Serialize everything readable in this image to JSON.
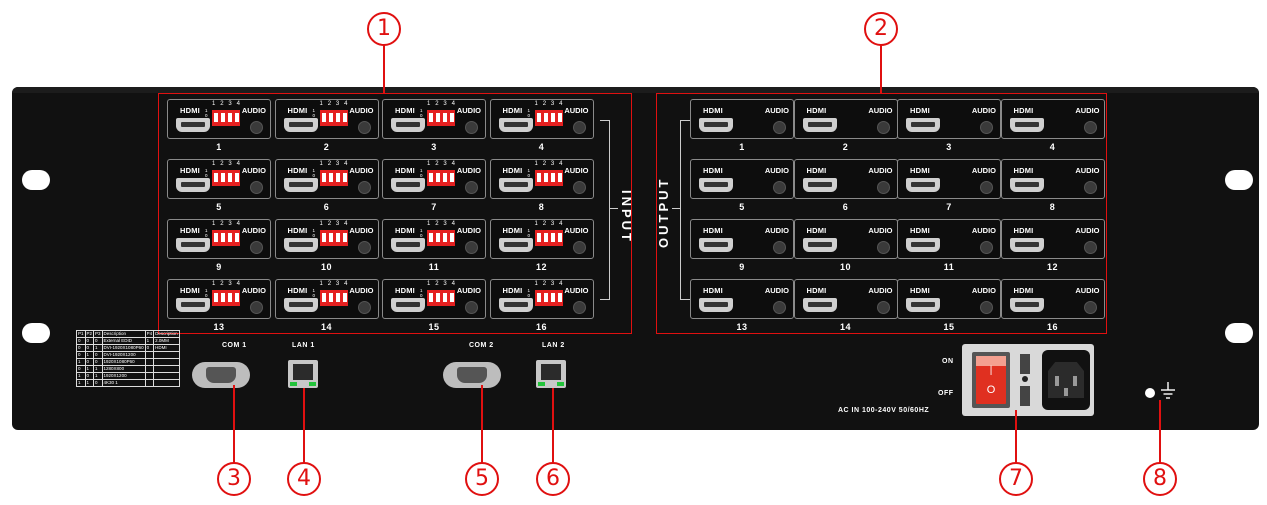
{
  "input_label": "INPUT",
  "output_label": "OUTPUT",
  "hdmi_label": "HDMI",
  "audio_label": "AUDIO",
  "dip_numbers": "1 2 3 4",
  "dip_onoff": [
    "1",
    "0"
  ],
  "input_ports": [
    "1",
    "2",
    "3",
    "4",
    "5",
    "6",
    "7",
    "8",
    "9",
    "10",
    "11",
    "12",
    "13",
    "14",
    "15",
    "16"
  ],
  "output_ports": [
    "1",
    "2",
    "3",
    "4",
    "5",
    "6",
    "7",
    "8",
    "9",
    "10",
    "11",
    "12",
    "13",
    "14",
    "15",
    "16"
  ],
  "com1_label": "COM 1",
  "lan1_label": "LAN 1",
  "com2_label": "COM 2",
  "lan2_label": "LAN 2",
  "power": {
    "on_label": "ON",
    "off_label": "OFF",
    "ac_label": "AC IN  100-240V 50/60HZ",
    "switch_on": "|",
    "switch_off": "O"
  },
  "callouts": [
    "1",
    "2",
    "3",
    "4",
    "5",
    "6",
    "7",
    "8"
  ],
  "spec_table": {
    "headers": [
      "P1",
      "P2",
      "P3",
      "Description",
      "P4",
      "Description"
    ],
    "rows": [
      [
        "0",
        "0",
        "0",
        "External EDID",
        "1",
        "2.0MM"
      ],
      [
        "0",
        "0",
        "1",
        "DVI-1920X1080P60",
        "0",
        "HDMI"
      ],
      [
        "0",
        "1",
        "0",
        "DVI-1920X1200",
        "",
        ""
      ],
      [
        "1",
        "0",
        "0",
        "1920X1080P60",
        "",
        ""
      ],
      [
        "0",
        "1",
        "1",
        "1280X800",
        "",
        ""
      ],
      [
        "1",
        "0",
        "1",
        "1920X1200",
        "",
        ""
      ],
      [
        "1",
        "1",
        "0",
        "4K30 1",
        "",
        ""
      ]
    ]
  },
  "colors": {
    "panel": "#111111",
    "callout": "#e01010",
    "dip_switch": "#e42020",
    "rocker": "#e03020",
    "led": "#22c33a"
  }
}
